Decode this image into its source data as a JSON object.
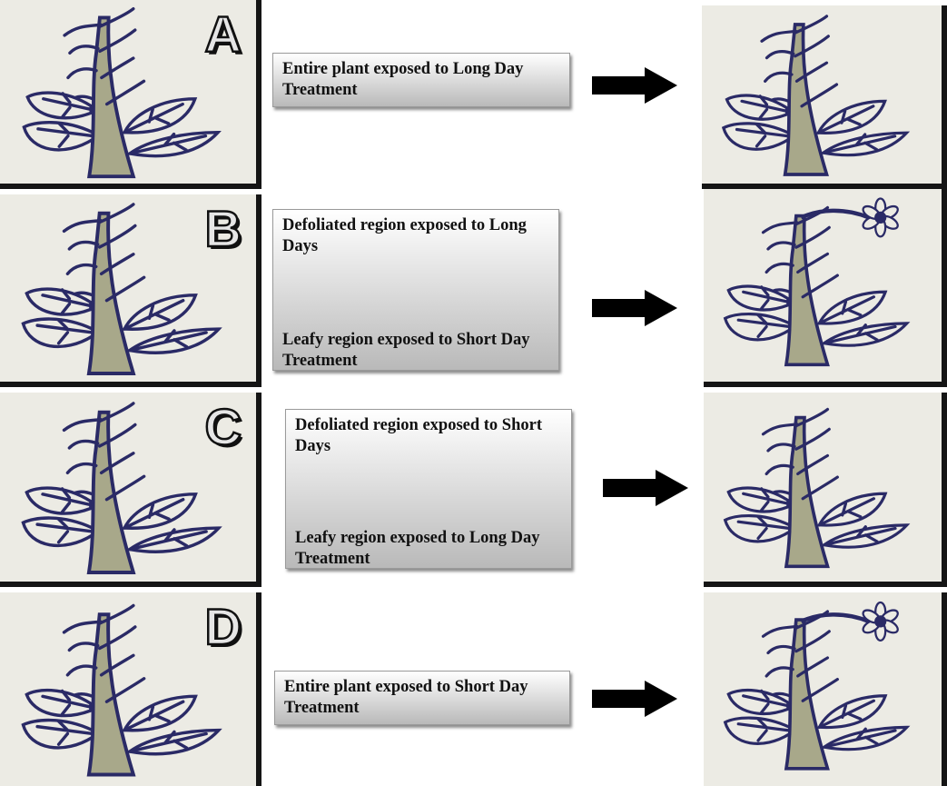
{
  "panels": [
    {
      "letter": "A",
      "text_top": "Entire plant exposed to Long Day Treatment",
      "text_bottom": "",
      "result_flower": false
    },
    {
      "letter": "B",
      "text_top": "Defoliated region exposed to Long Days",
      "text_bottom": "Leafy region exposed to Short Day Treatment",
      "result_flower": true
    },
    {
      "letter": "C",
      "text_top": "Defoliated region exposed to Short Days",
      "text_bottom": "Leafy region exposed to Long Day Treatment",
      "result_flower": false
    },
    {
      "letter": "D",
      "text_top": "Entire plant exposed to Short Day Treatment",
      "text_bottom": "",
      "result_flower": true
    }
  ],
  "icons": {
    "arrow": "right-arrow-icon",
    "plant": "plant-sketch-icon",
    "flower": "flower-icon"
  },
  "colors": {
    "stem": "#a8a88a",
    "ink": "#2a2a66",
    "frame": "#151515",
    "background": "#ecebe4"
  }
}
